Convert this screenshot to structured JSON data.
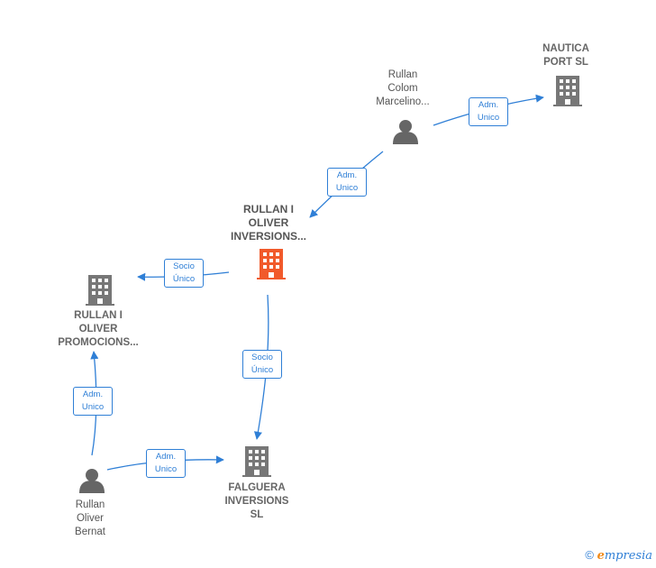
{
  "nodes": {
    "nautica": {
      "line1": "NAUTICA",
      "line2": "PORT SL",
      "line3": ""
    },
    "rullan_colom": {
      "line1": "Rullan",
      "line2": "Colom",
      "line3": "Marcelino..."
    },
    "rullan_inversions": {
      "line1": "RULLAN I",
      "line2": "OLIVER",
      "line3": "INVERSIONS..."
    },
    "rullan_promocions": {
      "line1": "RULLAN I",
      "line2": "OLIVER",
      "line3": "PROMOCIONS..."
    },
    "falguera": {
      "line1": "FALGUERA",
      "line2": "INVERSIONS",
      "line3": "SL"
    },
    "rullan_oliver": {
      "line1": "Rullan",
      "line2": "Oliver",
      "line3": "Bernat"
    }
  },
  "edges": {
    "colom_nautica": {
      "line1": "Adm.",
      "line2": "Unico"
    },
    "colom_inversions": {
      "line1": "Adm.",
      "line2": "Unico"
    },
    "inversions_promocions": {
      "line1": "Socio",
      "line2": "Único"
    },
    "inversions_falguera": {
      "line1": "Socio",
      "line2": "Único"
    },
    "oliver_promocions": {
      "line1": "Adm.",
      "line2": "Unico"
    },
    "oliver_falguera": {
      "line1": "Adm.",
      "line2": "Unico"
    }
  },
  "footer": {
    "copyright": "©",
    "brand_initial": "e",
    "brand_rest": "mpresia"
  },
  "colors": {
    "edge": "#2f7fd6",
    "building": "#777777",
    "center_building": "#f15a2b",
    "person": "#666666"
  }
}
